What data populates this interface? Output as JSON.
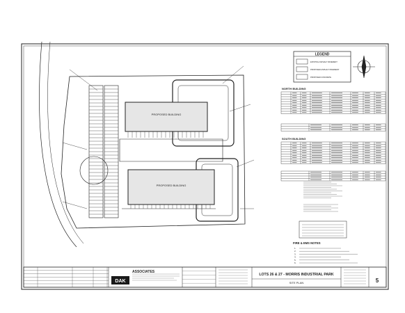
{
  "legend": {
    "title": "LEGEND",
    "items": [
      {
        "label": "EXISTING ASPHALT PAVEMENT"
      },
      {
        "label": "PROPOSED ASPHALT PAVEMENT"
      },
      {
        "label": "PROPOSED CONCRETE"
      }
    ]
  },
  "north_building": {
    "title": "NORTH BUILDING"
  },
  "south_building": {
    "title": "SOUTH BUILDING"
  },
  "site_labels": {
    "north_building_label": "PROPOSED BUILDING",
    "south_building_label": "PROPOSED BUILDING"
  },
  "notes": {
    "title": "FIRE & EMS NOTES",
    "items": [
      "1.",
      "2.",
      "3.",
      "4.",
      "5.",
      "6."
    ]
  },
  "title_block": {
    "firm_logo": "DAK",
    "firm_name": "ASSOCIATES",
    "project_title": "LOTS 26 & 27 - MORRIS INDUSTRIAL PARK",
    "sheet_name": "SITE PLAN",
    "sheet_number": "5"
  },
  "colors": {
    "line": "#1a1a1a",
    "paper": "#ffffff",
    "logo_bg": "#1a1a1a"
  }
}
